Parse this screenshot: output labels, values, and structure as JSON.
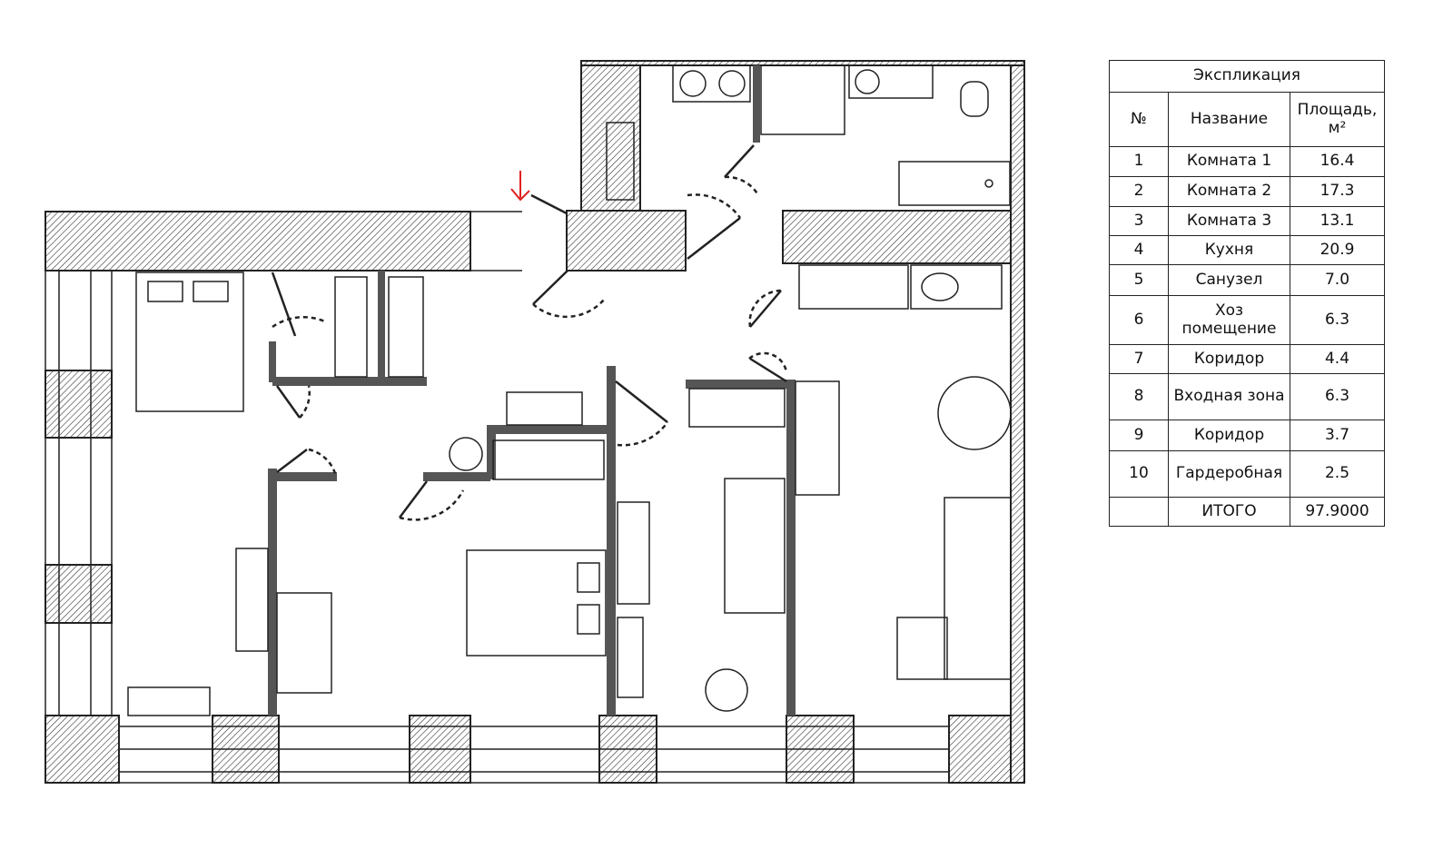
{
  "explication": {
    "title": "Экспликация",
    "headers": {
      "number": "№",
      "name": "Название",
      "area": "Площадь, м²"
    },
    "rows": [
      {
        "n": "1",
        "name": "Комната 1",
        "area": "16.4"
      },
      {
        "n": "2",
        "name": "Комната 2",
        "area": "17.3"
      },
      {
        "n": "3",
        "name": "Комната 3",
        "area": "13.1"
      },
      {
        "n": "4",
        "name": "Кухня",
        "area": "20.9"
      },
      {
        "n": "5",
        "name": "Санузел",
        "area": "7.0"
      },
      {
        "n": "6",
        "name": "Хоз помещение",
        "area": "6.3"
      },
      {
        "n": "7",
        "name": "Коридор",
        "area": "4.4"
      },
      {
        "n": "8",
        "name": "Входная зона",
        "area": "6.3"
      },
      {
        "n": "9",
        "name": "Коридор",
        "area": "3.7"
      },
      {
        "n": "10",
        "name": "Гардеробная",
        "area": "2.5"
      }
    ],
    "total_label": "ИТОГО",
    "total_area": "97.9000"
  },
  "colors": {
    "wall": "#555555",
    "entrance_marker": "#e02020"
  }
}
